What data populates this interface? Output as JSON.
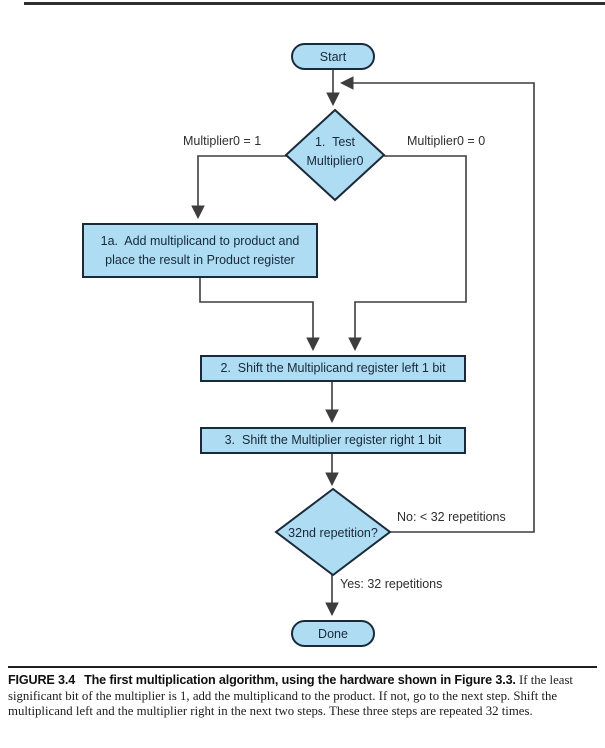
{
  "colors": {
    "shape_fill": "#aedcf2",
    "shape_border": "#1b2a3a",
    "connector": "#3d3d3d",
    "text": "#17293a"
  },
  "flowchart": {
    "start": {
      "label": "Start"
    },
    "decision1": {
      "line1": "1.  Test",
      "line2": "Multiplier0",
      "left_label": "Multiplier0 = 1",
      "right_label": "Multiplier0 = 0"
    },
    "box1a": {
      "line1": "1a.  Add multiplicand to product and",
      "line2": "place the result in Product register"
    },
    "box2": {
      "label": "2.  Shift the Multiplicand register left 1 bit"
    },
    "box3": {
      "label": "3.  Shift the Multiplier register right 1 bit"
    },
    "decision2": {
      "label": "32nd repetition?",
      "no_label": "No: < 32 repetitions",
      "yes_label": "Yes: 32 repetitions"
    },
    "done": {
      "label": "Done"
    }
  },
  "caption": {
    "figure_label": "FIGURE 3.4",
    "bold_title": "The first multiplication algorithm, using the hardware shown in Figure 3.3.",
    "body": " If the least significant bit of the multiplier is 1, add the multiplicand to the product. If not, go to the next step. Shift the multiplicand left and the multiplier right in the next two steps. These three steps are repeated 32 times."
  }
}
